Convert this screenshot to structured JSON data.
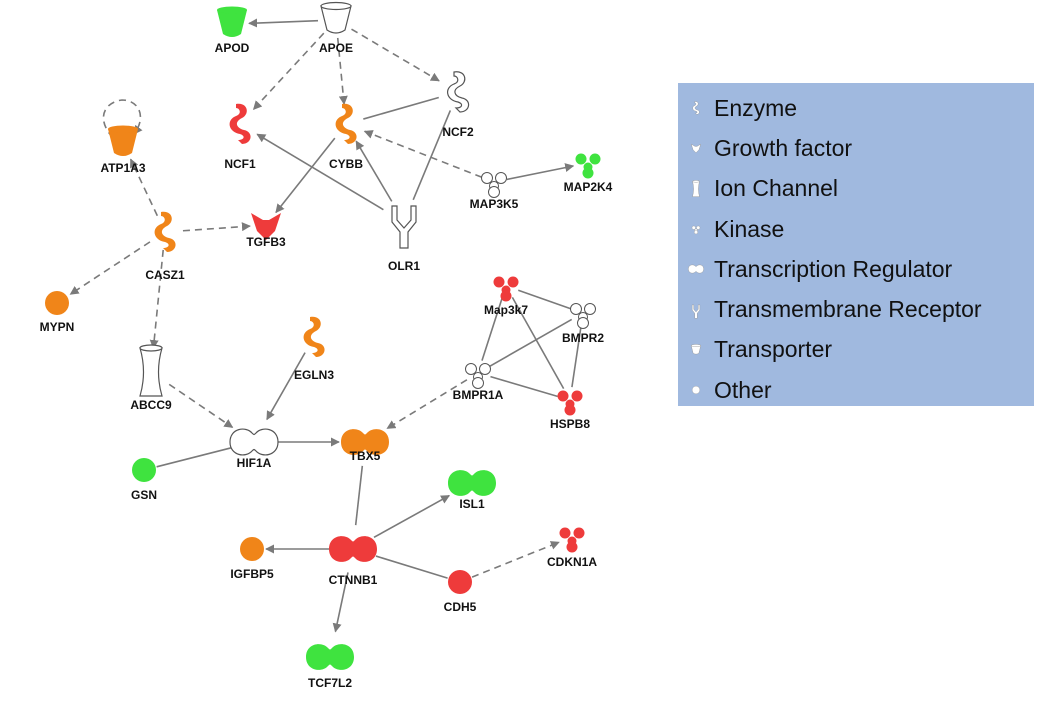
{
  "colors": {
    "edge": "#7a7a7a",
    "up_strong": "#ee3b3b",
    "up": "#f08519",
    "down": "#3fe33f",
    "neutral": "#ffffff",
    "stroke": "#555555",
    "legend_bg": "#a0b9df"
  },
  "nodes": [
    {
      "id": "APOD",
      "label": "APOD",
      "shape": "transporter",
      "color": "down"
    },
    {
      "id": "APOE",
      "label": "APOE",
      "shape": "transporter",
      "color": "neutral"
    },
    {
      "id": "NCF1",
      "label": "NCF1",
      "shape": "enzyme",
      "color": "up_strong"
    },
    {
      "id": "CYBB",
      "label": "CYBB",
      "shape": "enzyme",
      "color": "up"
    },
    {
      "id": "NCF2",
      "label": "NCF2",
      "shape": "enzyme",
      "color": "neutral"
    },
    {
      "id": "ATP1A3",
      "label": "ATP1A3",
      "shape": "transporter",
      "color": "up"
    },
    {
      "id": "MAP2K4",
      "label": "MAP2K4",
      "shape": "kinase",
      "color": "down"
    },
    {
      "id": "MAP3K5",
      "label": "MAP3K5",
      "shape": "kinase",
      "color": "neutral"
    },
    {
      "id": "CASZ1",
      "label": "CASZ1",
      "shape": "enzyme",
      "color": "up"
    },
    {
      "id": "TGFB3",
      "label": "TGFB3",
      "shape": "growth",
      "color": "up_strong"
    },
    {
      "id": "OLR1",
      "label": "OLR1",
      "shape": "receptor",
      "color": "neutral"
    },
    {
      "id": "MYPN",
      "label": "MYPN",
      "shape": "other",
      "color": "up"
    },
    {
      "id": "Map3k7",
      "label": "Map3k7",
      "shape": "kinase",
      "color": "up_strong"
    },
    {
      "id": "BMPR2",
      "label": "BMPR2",
      "shape": "kinase",
      "color": "neutral"
    },
    {
      "id": "EGLN3",
      "label": "EGLN3",
      "shape": "enzyme",
      "color": "up"
    },
    {
      "id": "ABCC9",
      "label": "ABCC9",
      "shape": "ion",
      "color": "neutral"
    },
    {
      "id": "BMPR1A",
      "label": "BMPR1A",
      "shape": "kinase",
      "color": "neutral"
    },
    {
      "id": "HSPB8",
      "label": "HSPB8",
      "shape": "kinase",
      "color": "up_strong"
    },
    {
      "id": "HIF1A",
      "label": "HIF1A",
      "shape": "tf",
      "color": "neutral"
    },
    {
      "id": "TBX5",
      "label": "TBX5",
      "shape": "tf",
      "color": "up"
    },
    {
      "id": "GSN",
      "label": "GSN",
      "shape": "other",
      "color": "down"
    },
    {
      "id": "ISL1",
      "label": "ISL1",
      "shape": "tf",
      "color": "down"
    },
    {
      "id": "IGFBP5",
      "label": "IGFBP5",
      "shape": "other",
      "color": "up"
    },
    {
      "id": "CTNNB1",
      "label": "CTNNB1",
      "shape": "tf",
      "color": "up_strong"
    },
    {
      "id": "CDKN1A",
      "label": "CDKN1A",
      "shape": "kinase",
      "color": "up_strong"
    },
    {
      "id": "CDH5",
      "label": "CDH5",
      "shape": "other",
      "color": "up_strong"
    },
    {
      "id": "TCF7L2",
      "label": "TCF7L2",
      "shape": "tf",
      "color": "down"
    }
  ],
  "edges": [
    {
      "from": "APOE",
      "to": "APOD",
      "style": "solid",
      "arrow": true
    },
    {
      "from": "APOE",
      "to": "NCF1",
      "style": "dashed",
      "arrow": true
    },
    {
      "from": "APOE",
      "to": "CYBB",
      "style": "dashed",
      "arrow": true
    },
    {
      "from": "APOE",
      "to": "NCF2",
      "style": "dashed",
      "arrow": true
    },
    {
      "from": "ATP1A3",
      "to": "ATP1A3",
      "style": "dashed",
      "arrow": true,
      "self": true
    },
    {
      "from": "NCF2",
      "to": "CYBB",
      "style": "solid",
      "arrow": false
    },
    {
      "from": "NCF2",
      "to": "OLR1",
      "style": "solid",
      "arrow": false
    },
    {
      "from": "CYBB",
      "to": "TGFB3",
      "style": "solid",
      "arrow": true
    },
    {
      "from": "OLR1",
      "to": "NCF1",
      "style": "solid",
      "arrow": true
    },
    {
      "from": "OLR1",
      "to": "CYBB",
      "style": "solid",
      "arrow": true
    },
    {
      "from": "MAP3K5",
      "to": "CYBB",
      "style": "dashed",
      "arrow": true
    },
    {
      "from": "MAP3K5",
      "to": "MAP2K4",
      "style": "solid",
      "arrow": true
    },
    {
      "from": "CASZ1",
      "to": "ATP1A3",
      "style": "dashed",
      "arrow": true
    },
    {
      "from": "CASZ1",
      "to": "TGFB3",
      "style": "dashed",
      "arrow": true
    },
    {
      "from": "CASZ1",
      "to": "MYPN",
      "style": "dashed",
      "arrow": true
    },
    {
      "from": "CASZ1",
      "to": "ABCC9",
      "style": "dashed",
      "arrow": true
    },
    {
      "from": "Map3k7",
      "to": "BMPR2",
      "style": "solid",
      "arrow": false
    },
    {
      "from": "Map3k7",
      "to": "BMPR1A",
      "style": "solid",
      "arrow": false
    },
    {
      "from": "Map3k7",
      "to": "HSPB8",
      "style": "solid",
      "arrow": false
    },
    {
      "from": "BMPR2",
      "to": "BMPR1A",
      "style": "solid",
      "arrow": false
    },
    {
      "from": "BMPR2",
      "to": "HSPB8",
      "style": "solid",
      "arrow": false
    },
    {
      "from": "BMPR1A",
      "to": "HSPB8",
      "style": "solid",
      "arrow": false
    },
    {
      "from": "BMPR1A",
      "to": "TBX5",
      "style": "dashed",
      "arrow": true
    },
    {
      "from": "EGLN3",
      "to": "HIF1A",
      "style": "solid",
      "arrow": true
    },
    {
      "from": "ABCC9",
      "to": "HIF1A",
      "style": "dashed",
      "arrow": true
    },
    {
      "from": "HIF1A",
      "to": "TBX5",
      "style": "solid",
      "arrow": true
    },
    {
      "from": "GSN",
      "to": "HIF1A",
      "style": "solid",
      "arrow": false
    },
    {
      "from": "CTNNB1",
      "to": "TBX5",
      "style": "solid",
      "arrow": false
    },
    {
      "from": "CTNNB1",
      "to": "ISL1",
      "style": "solid",
      "arrow": true
    },
    {
      "from": "CTNNB1",
      "to": "IGFBP5",
      "style": "solid",
      "arrow": true
    },
    {
      "from": "CTNNB1",
      "to": "CDH5",
      "style": "solid",
      "arrow": false
    },
    {
      "from": "CTNNB1",
      "to": "TCF7L2",
      "style": "solid",
      "arrow": true
    },
    {
      "from": "CDH5",
      "to": "CDKN1A",
      "style": "dashed",
      "arrow": true
    }
  ],
  "legend": {
    "items": [
      {
        "shape": "enzyme",
        "label": "Enzyme"
      },
      {
        "shape": "growth",
        "label": "Growth factor"
      },
      {
        "shape": "ion",
        "label": "Ion Channel"
      },
      {
        "shape": "kinase",
        "label": "Kinase"
      },
      {
        "shape": "tf",
        "label": "Transcription Regulator"
      },
      {
        "shape": "receptor",
        "label": "Transmembrane Receptor"
      },
      {
        "shape": "transporter",
        "label": "Transporter"
      },
      {
        "shape": "other",
        "label": "Other"
      }
    ]
  }
}
